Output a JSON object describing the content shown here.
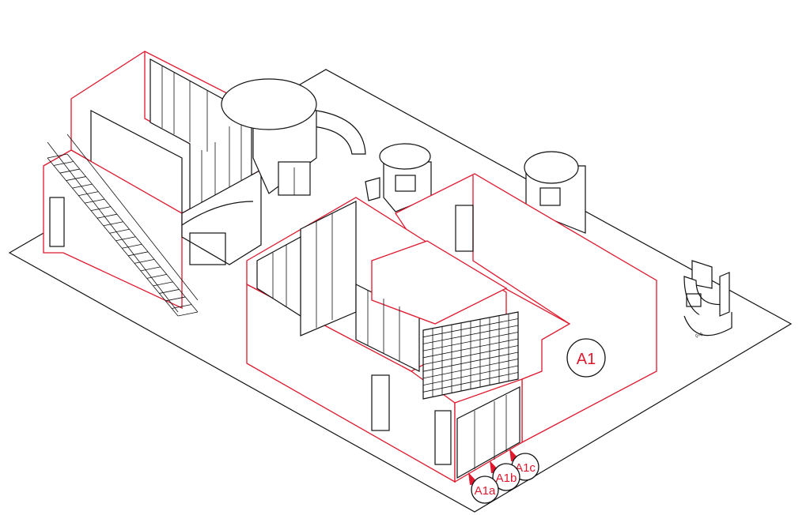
{
  "drawing": {
    "main_area_label": "A1",
    "view_markers": [
      {
        "label": "A1a"
      },
      {
        "label": "A1b"
      },
      {
        "label": "A1c"
      }
    ],
    "colors": {
      "walls": "#e0182d",
      "lines": "#111111",
      "marker": "#e0182d"
    }
  }
}
